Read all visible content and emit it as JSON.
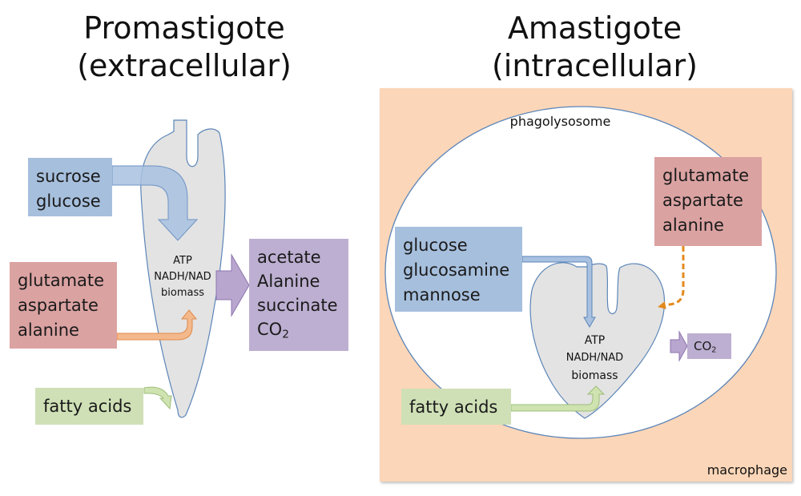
{
  "promastigote": {
    "title_line1": "Promastigote",
    "title_line2": "(extracellular)",
    "inputs": {
      "sugars": [
        "sucrose",
        "glucose"
      ],
      "amino_acids": [
        "glutamate",
        "aspartate",
        "alanine"
      ],
      "fatty": [
        "fatty acids"
      ]
    },
    "cell_labels": [
      "ATP",
      "NADH/NAD",
      "biomass"
    ],
    "outputs": [
      "acetate",
      "Alanine",
      "succinate",
      "CO"
    ],
    "co2_subscript": "2"
  },
  "amastigote": {
    "title_line1": "Amastigote",
    "title_line2": "(intracellular)",
    "compartments": {
      "phagolysosome": "phagolysosome",
      "macrophage": "macrophage"
    },
    "inputs": {
      "sugars": [
        "glucose",
        "glucosamine",
        "mannose"
      ],
      "amino_acids": [
        "glutamate",
        "aspartate",
        "alanine"
      ],
      "fatty": [
        "fatty acids"
      ]
    },
    "cell_labels": [
      "ATP",
      "NADH/NAD",
      "biomass"
    ],
    "output": "CO",
    "co2_subscript": "2"
  },
  "colors": {
    "cell_fill": "#e3e3e3",
    "cell_stroke": "#5b85b8",
    "sugar_box": "#a6bfdd",
    "amino_box": "#dba2a2",
    "fatty_box": "#cfe0b6",
    "output_box": "#bdafd1",
    "macrophage_bg": "#fbd6b8",
    "sugar_arrow": "#a8c1e0",
    "amino_arrow": "#f3b98c",
    "fatty_arrow": "#cfe3b1",
    "output_arrow": "#b9a6cf",
    "dashed_arrow": "#e38a1e"
  }
}
